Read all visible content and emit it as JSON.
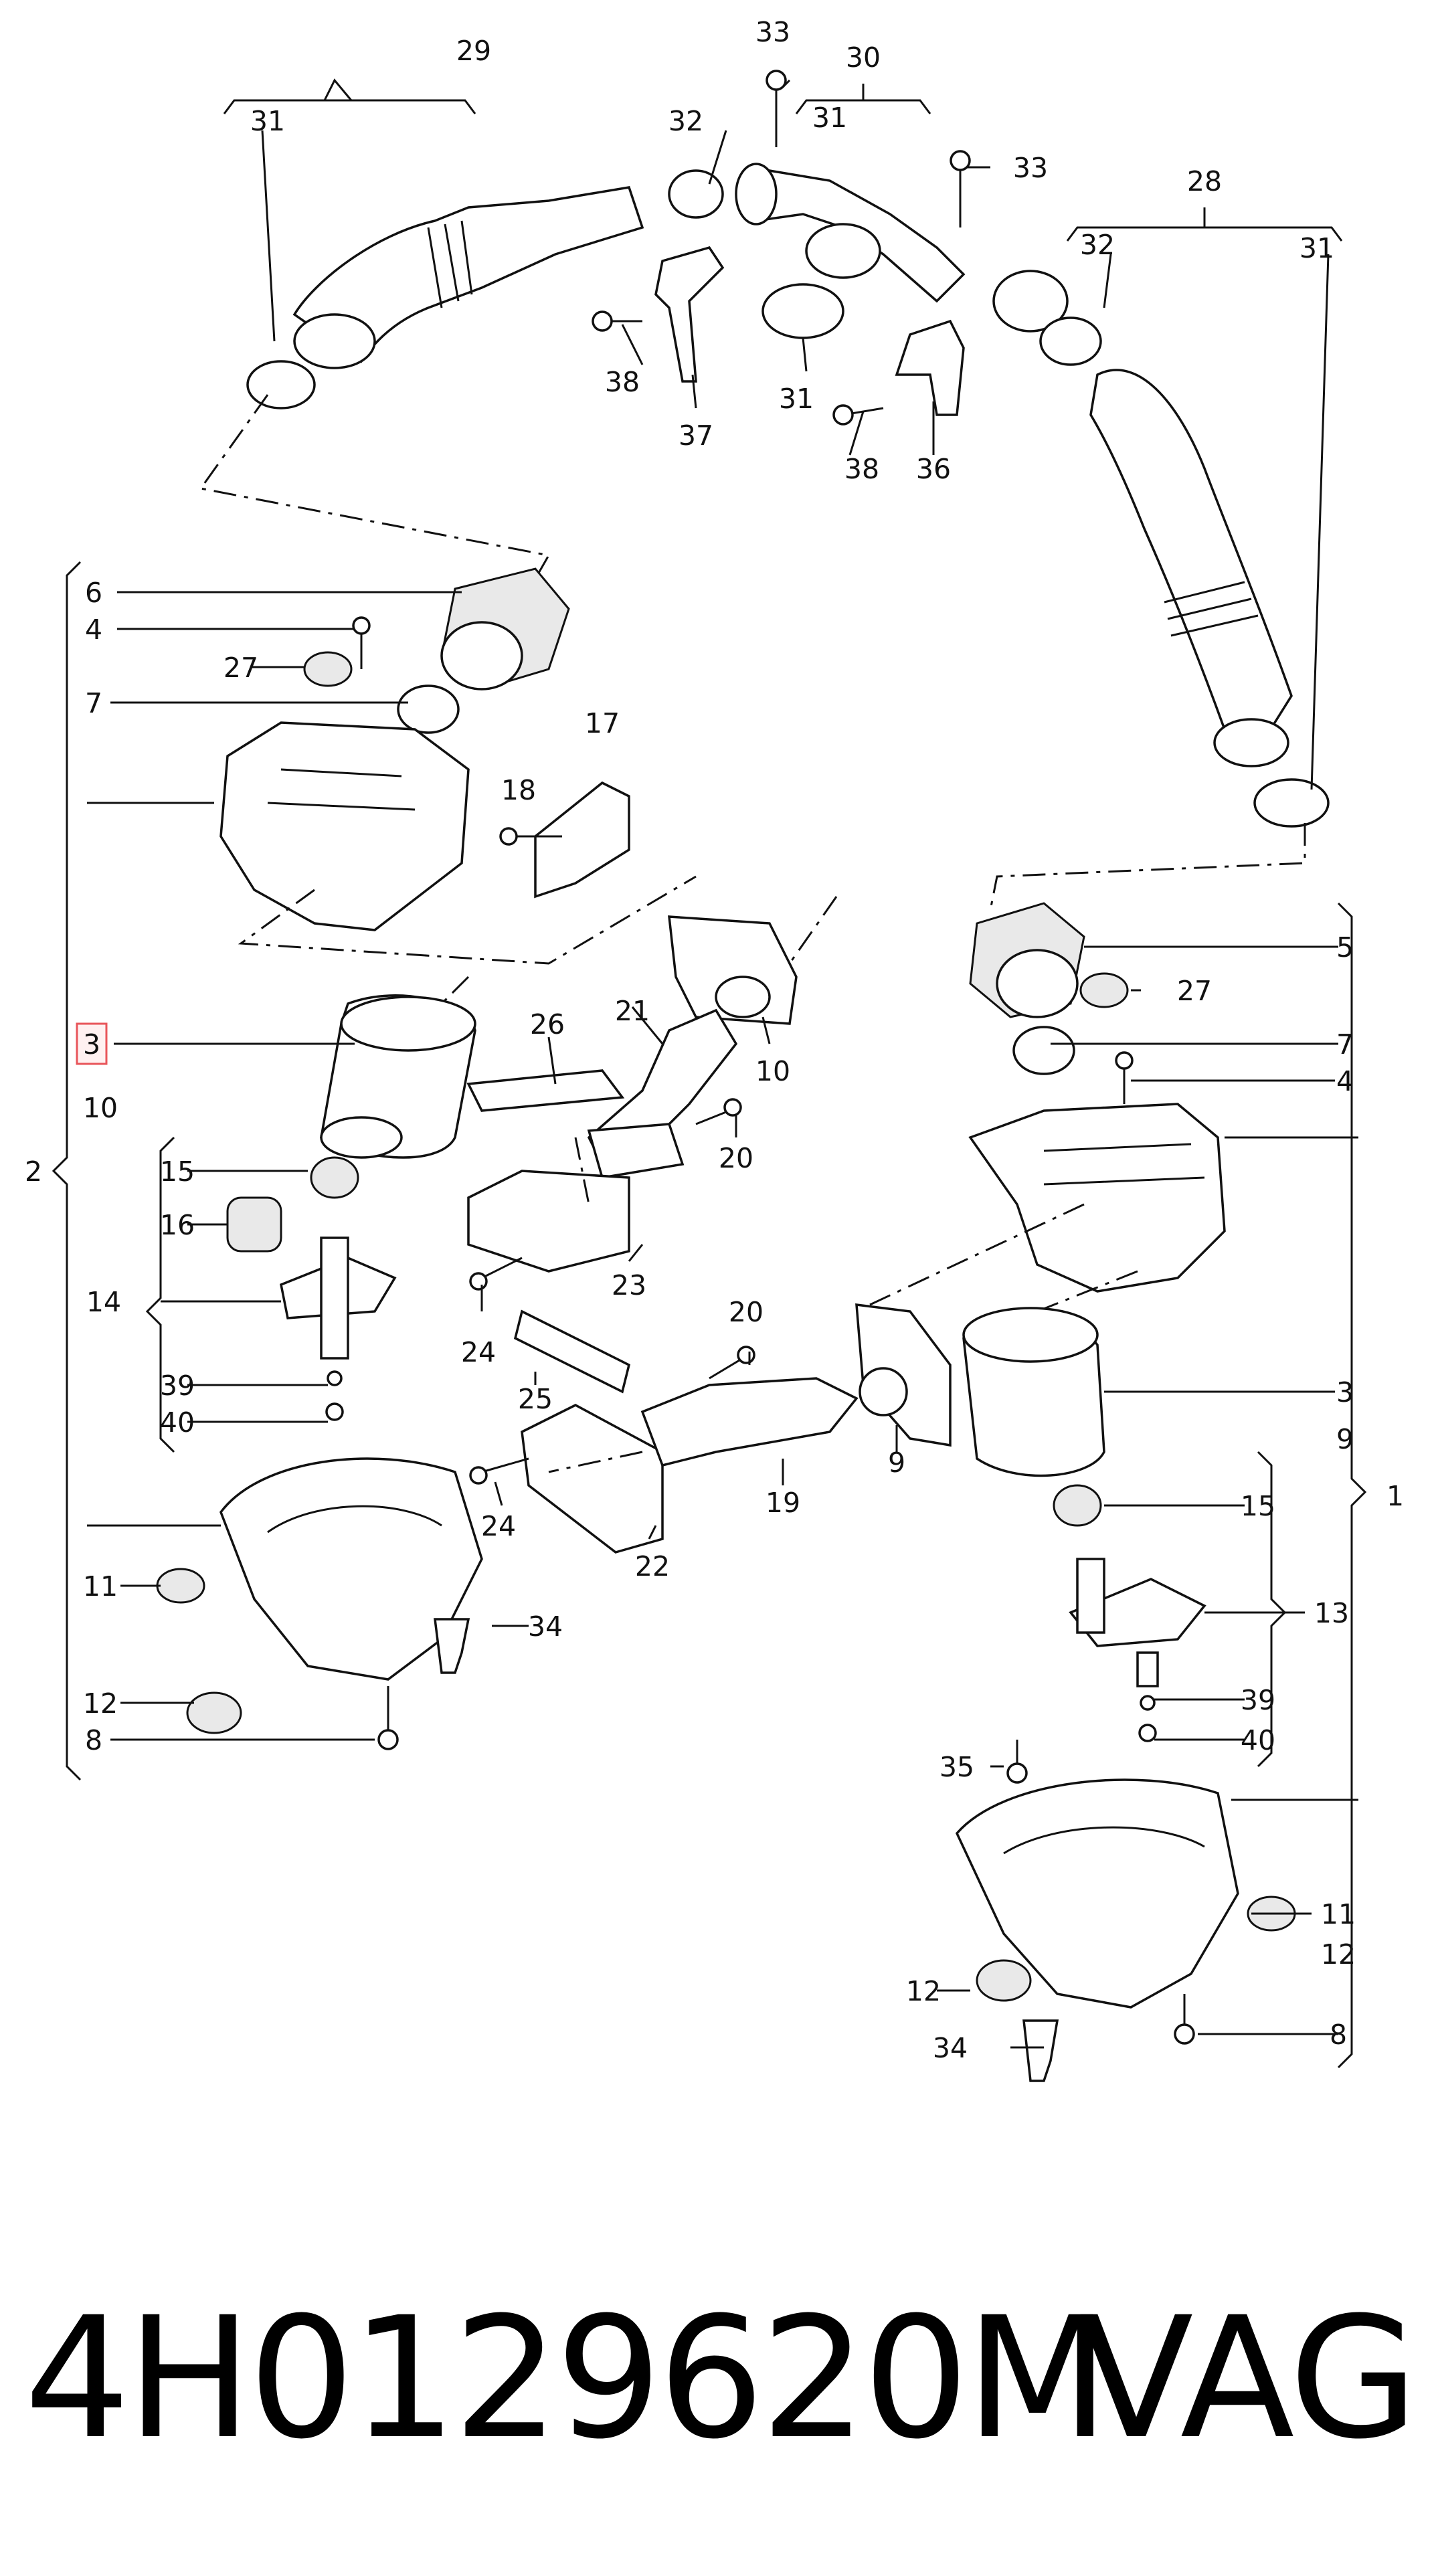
{
  "diagram": {
    "callouts": {
      "c1": "1",
      "c2": "2",
      "c3": "3",
      "c3b": "3",
      "c4a": "4",
      "c4b": "4",
      "c5": "5",
      "c6": "6",
      "c7a": "7",
      "c7b": "7",
      "c8a": "8",
      "c8b": "8",
      "c9a": "9",
      "c9b": "9",
      "c10a": "10",
      "c10b": "10",
      "c11a": "11",
      "c11b": "11",
      "c12a": "12",
      "c12b": "12",
      "c13": "13",
      "c14": "14",
      "c15a": "15",
      "c15b": "15",
      "c16": "16",
      "c17": "17",
      "c18": "18",
      "c19": "19",
      "c20a": "20",
      "c20b": "20",
      "c21": "21",
      "c22": "22",
      "c23": "23",
      "c24a": "24",
      "c24b": "24",
      "c25": "25",
      "c26": "26",
      "c27a": "27",
      "c27b": "27",
      "c28": "28",
      "c29": "29",
      "c30": "30",
      "c31a": "31",
      "c31b": "31",
      "c31c": "31",
      "c31d": "31",
      "c32a": "32",
      "c32b": "32",
      "c33a": "33",
      "c33b": "33",
      "c34a": "34",
      "c34b": "34",
      "c35": "35",
      "c36": "36",
      "c37": "37",
      "c38a": "38",
      "c38b": "38",
      "c39a": "39",
      "c39b": "39",
      "c40a": "40",
      "c40b": "40"
    },
    "highlight_color": "#e8555a"
  },
  "caption": {
    "part_number": "4H0129620M",
    "brand": "VAG"
  }
}
